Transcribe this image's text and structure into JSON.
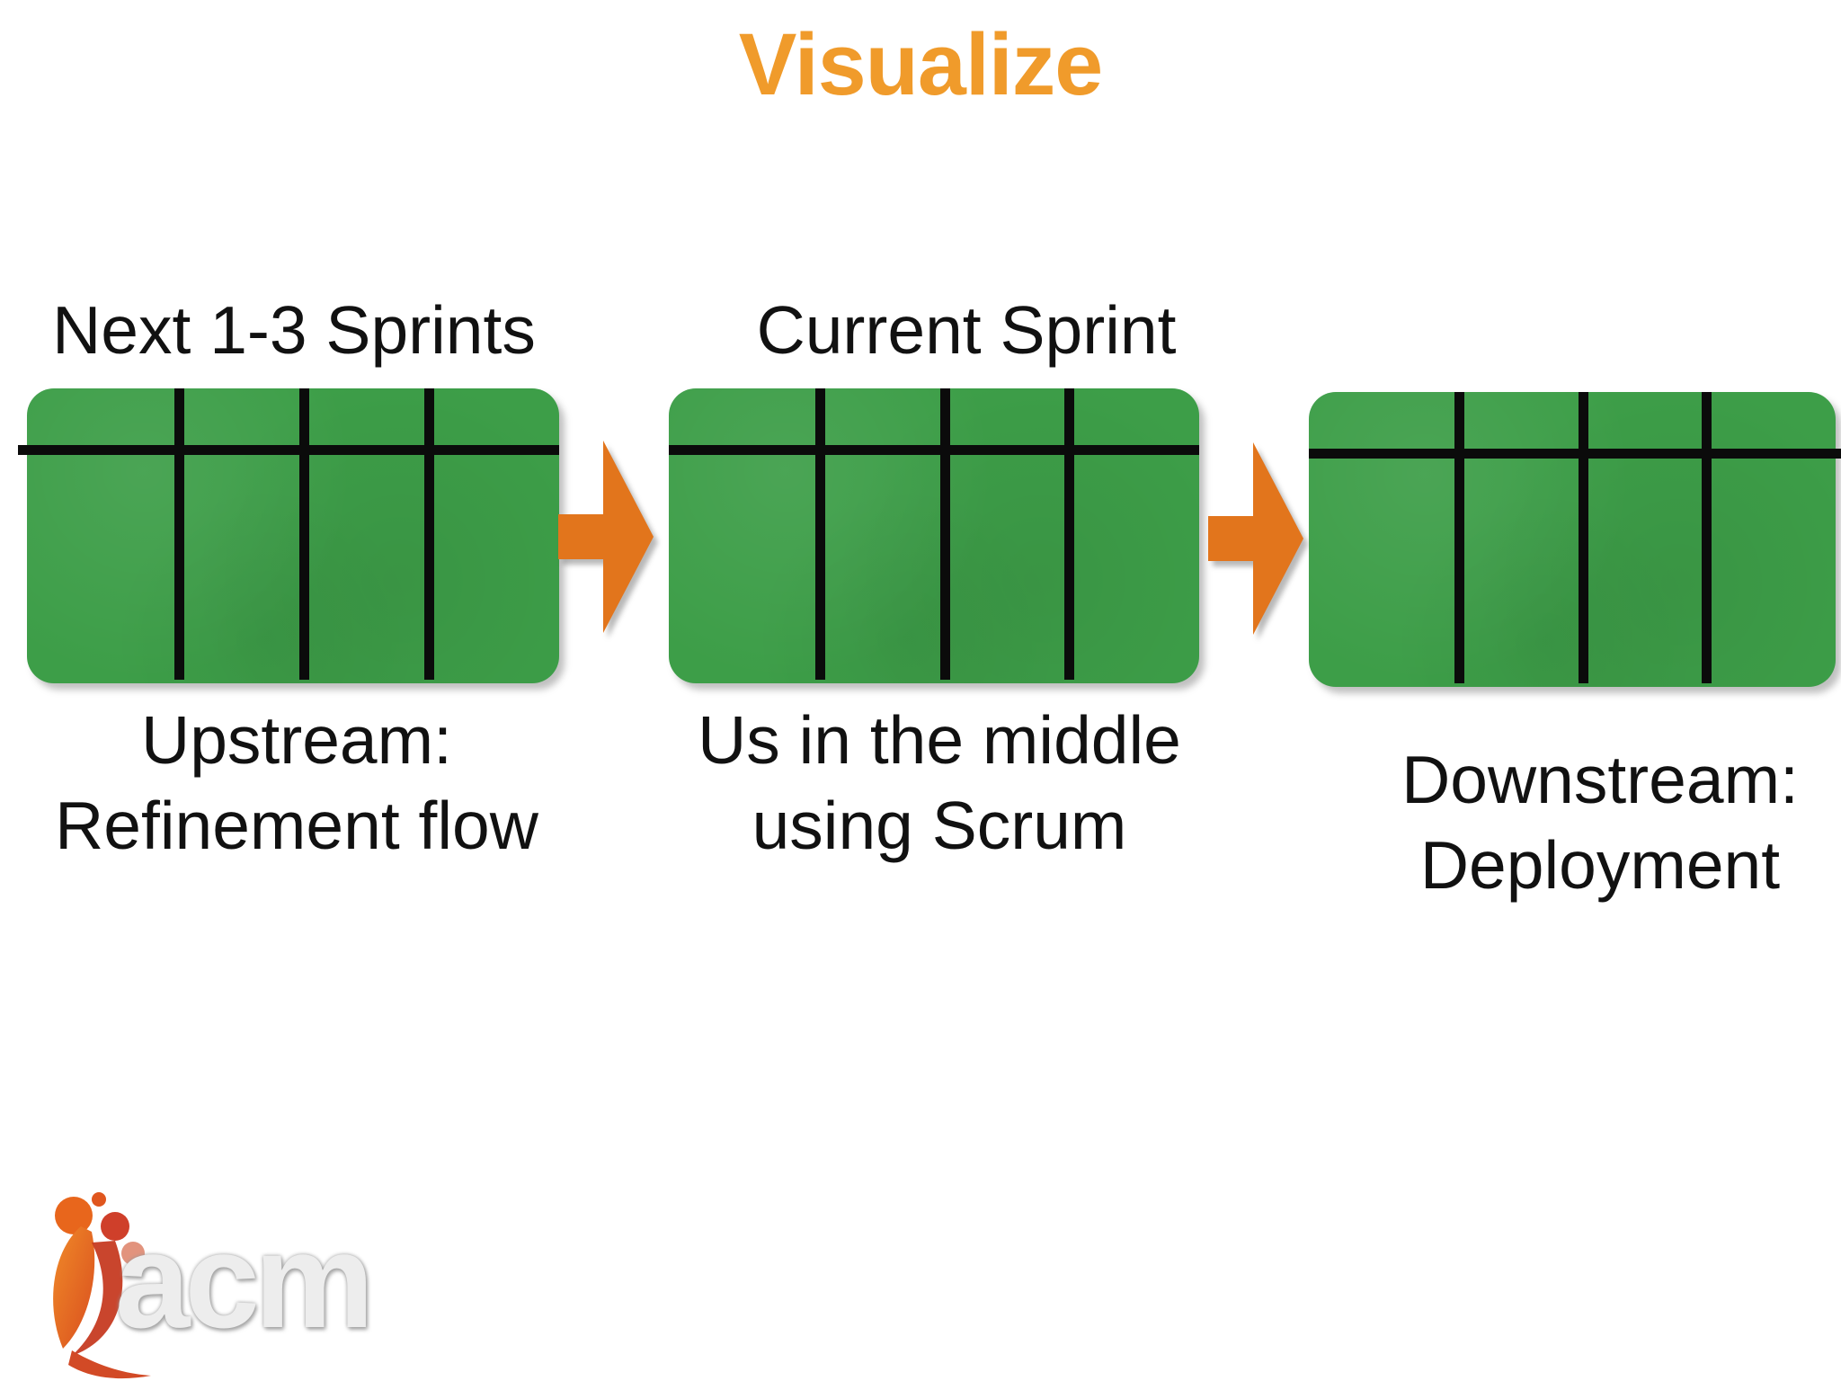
{
  "slide": {
    "title": "Visualize",
    "title_color": "#F09B2B",
    "background": "#FFFFFF"
  },
  "boards": [
    {
      "name": "upstream-board",
      "label_above": "Next 1-3 Sprints",
      "caption": [
        "Upstream:",
        "Refinement flow"
      ],
      "columns": 4,
      "header_rows": 1
    },
    {
      "name": "current-sprint-board",
      "label_above": "Current Sprint",
      "caption": [
        "Us in the middle",
        "using Scrum"
      ],
      "columns": 4,
      "header_rows": 1
    },
    {
      "name": "downstream-board",
      "label_above": "",
      "caption": [
        "Downstream:",
        "Deployment"
      ],
      "columns": 4,
      "header_rows": 1
    }
  ],
  "arrows": [
    {
      "name": "flow-arrow-1",
      "direction": "right",
      "color": "#E2751C"
    },
    {
      "name": "flow-arrow-2",
      "direction": "right",
      "color": "#E2751C"
    }
  ],
  "colors": {
    "board_green": "#3D9E48",
    "grid_line_black": "#0B0B0B",
    "label_text": "#111111",
    "arrow_orange": "#E2751C",
    "title_orange": "#F09B2B"
  },
  "logo": {
    "text": "acm",
    "figure": "flame-person-icon"
  }
}
